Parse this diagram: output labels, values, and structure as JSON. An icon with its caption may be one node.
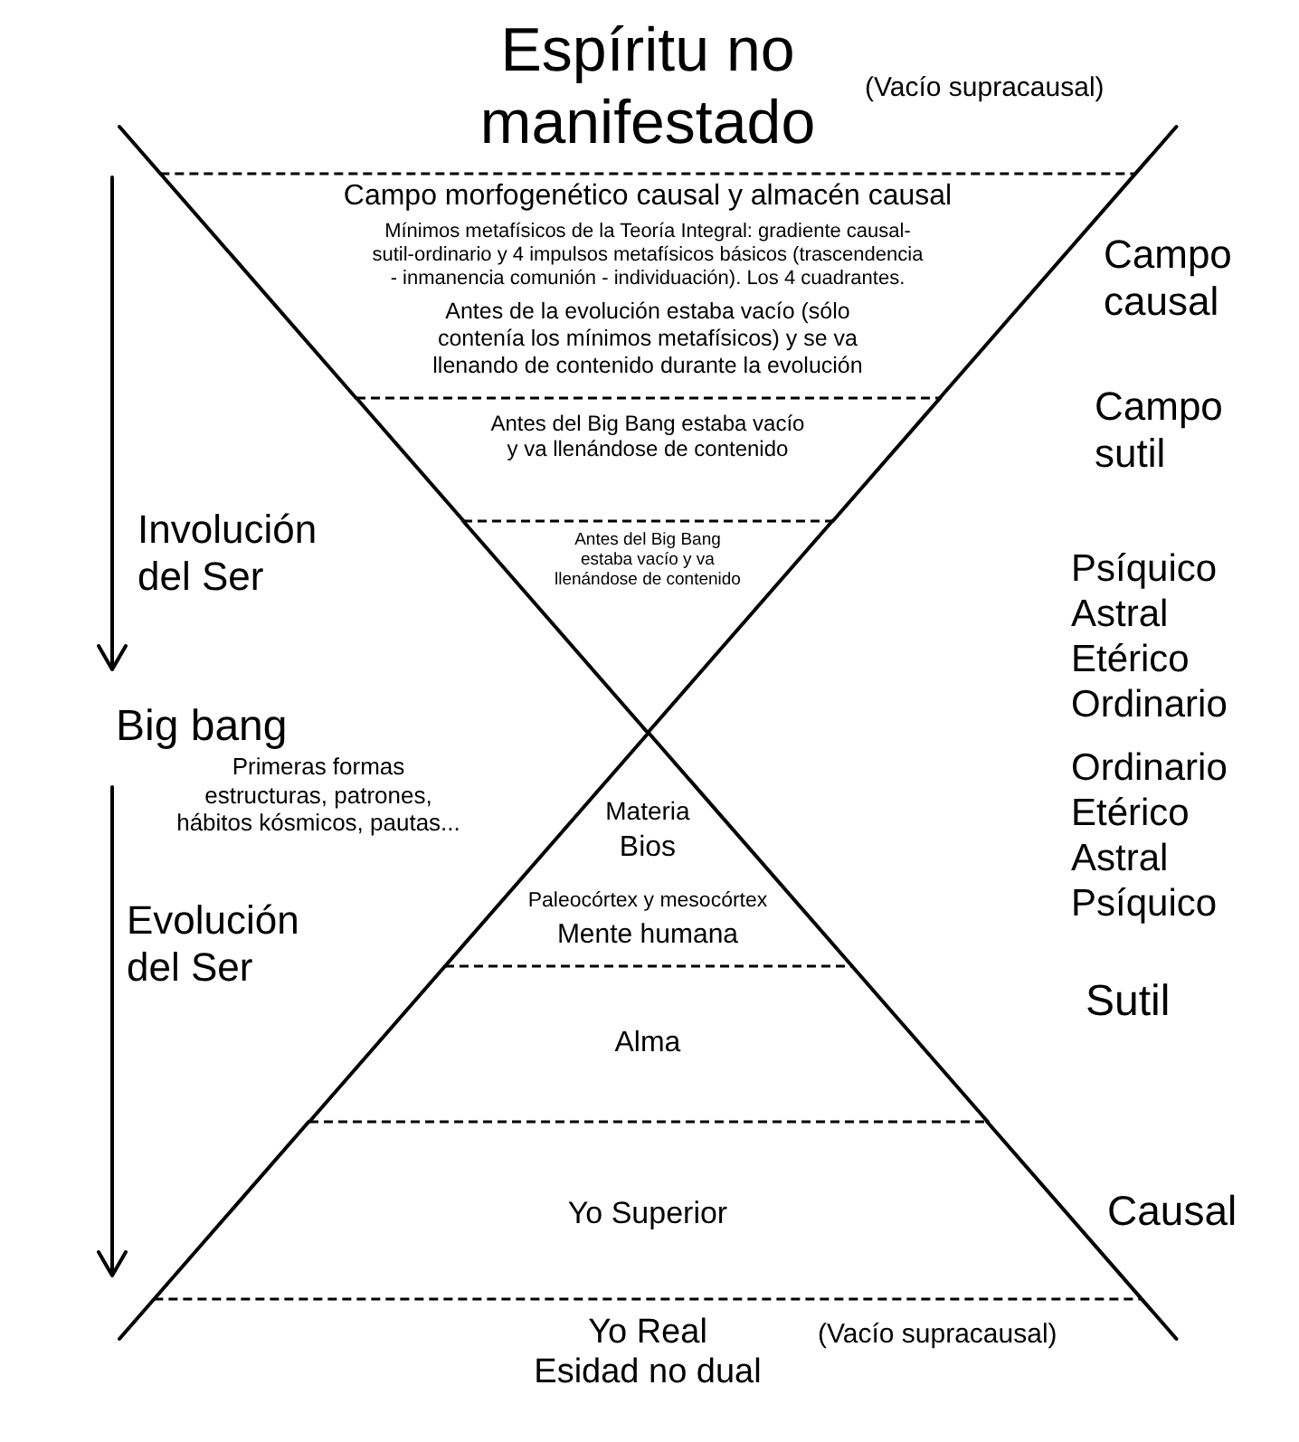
{
  "diagram": {
    "nodes": [
      {
        "text": [
          "Campo morfogenético causal y almacén causal",
          "Mínimos metafísicos de la Teoría Integral: gradiente causal-sutil-ordinario y 4 impulsos metafísicos básicos (trascendencia - inmanencia comunión - individuación). Los 4 cuadrantes.",
          "Antes de la evolución estaba vacío (sólo contenía los mínimos metafísicos) y se va llenando de contenido durante la evolución"
        ]
      },
      {
        "text": [
          "Antes del Big Bang estaba vacío y va llenándose de contenido"
        ]
      },
      {
        "text": [
          "Antes del Big Bang estaba vacío y va llenándose de contenido"
        ]
      },
      {
        "text": [
          "Materia",
          "Bios",
          "Paleocórtex y mesocórtex",
          "Mente humana"
        ]
      },
      {
        "text": [
          "Alma"
        ]
      },
      {
        "text": [
          "Yo Superior"
        ]
      }
    ],
    "labels": [
      "Espíritu no manifestado",
      "(Vacío supracausal)",
      "Campo causal",
      "Campo sutil",
      "Involución del Ser",
      "Psíquico",
      "Astral",
      "Etérico",
      "Ordinario",
      "Big bang",
      "Primeras formas estructuras, patrones, hábitos kósmicos, pautas...",
      "Ordinario",
      "Etérico",
      "Astral",
      "Psíquico",
      "Evolución del Ser",
      "Sutil",
      "Causal",
      "Yo Real Esidad no dual",
      "(Vacío supracausal)"
    ]
  }
}
